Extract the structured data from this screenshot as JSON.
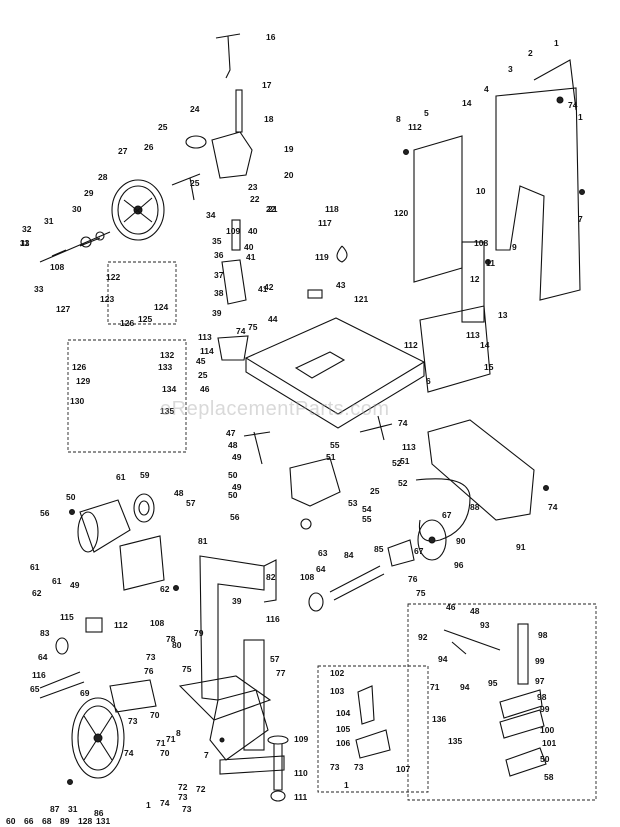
{
  "watermark": "eReplacementParts.com",
  "callouts": [
    "1",
    "2",
    "3",
    "4",
    "5",
    "6",
    "7",
    "8",
    "9",
    "10",
    "11",
    "12",
    "13",
    "14",
    "15",
    "16",
    "17",
    "18",
    "19",
    "20",
    "21",
    "22",
    "23",
    "24",
    "25",
    "26",
    "27",
    "28",
    "29",
    "30",
    "31",
    "32",
    "33",
    "34",
    "35",
    "36",
    "37",
    "38",
    "39",
    "40",
    "41",
    "42",
    "43",
    "44",
    "45",
    "46",
    "47",
    "48",
    "49",
    "50",
    "51",
    "52",
    "53",
    "54",
    "55",
    "56",
    "57",
    "58",
    "59",
    "60",
    "61",
    "62",
    "63",
    "64",
    "65",
    "66",
    "67",
    "68",
    "69",
    "70",
    "71",
    "72",
    "73",
    "74",
    "75",
    "76",
    "77",
    "78",
    "79",
    "80",
    "81",
    "82",
    "83",
    "84",
    "85",
    "86",
    "87",
    "88",
    "89",
    "90",
    "91",
    "92",
    "93",
    "94",
    "95",
    "96",
    "97",
    "98",
    "99",
    "100",
    "101",
    "102",
    "103",
    "104",
    "105",
    "106",
    "107",
    "108",
    "109",
    "110",
    "111",
    "112",
    "113",
    "114",
    "115",
    "116",
    "117",
    "118",
    "119",
    "120",
    "121",
    "122",
    "123",
    "124",
    "125",
    "126",
    "127",
    "128",
    "129",
    "130",
    "131",
    "132",
    "133",
    "134",
    "135",
    "136"
  ]
}
